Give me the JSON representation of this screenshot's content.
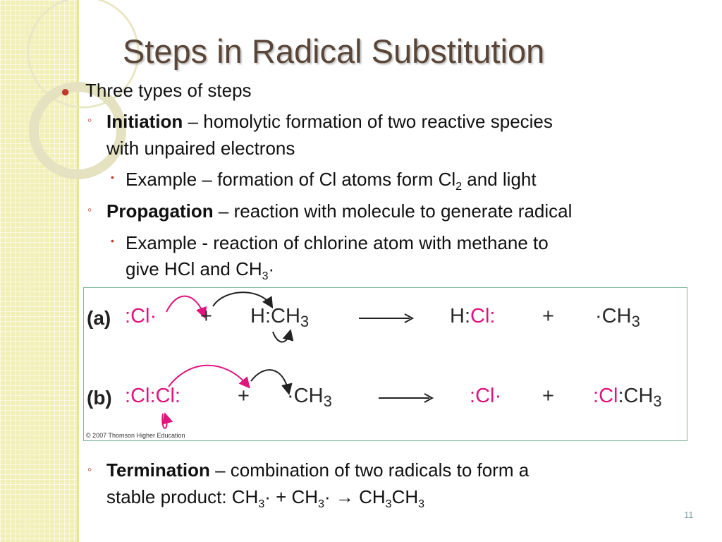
{
  "slide": {
    "title": "Steps in Radical Substitution",
    "page_number": "11"
  },
  "bullets": {
    "b1": "Three types of steps",
    "init_head": "Initiation",
    "init_text": " – homolytic formation of two reactive species",
    "init_text2": "with unpaired electrons",
    "init_ex": "Example – formation of Cl atoms form Cl",
    "init_ex_sub": "2",
    "init_ex_end": " and light",
    "prop_head": "Propagation",
    "prop_text": " – reaction with molecule to generate radical",
    "prop_ex": "Example - reaction of chlorine atom with methane to",
    "prop_ex2": "give HCl and CH",
    "prop_ex2_sub": "3",
    "prop_ex2_end": "·",
    "term_head": "Termination",
    "term_text": " – combination of two radicals to form a",
    "term_line2_a": "stable product: CH",
    "term_sub1": "3",
    "term_line2_b": "· + CH",
    "term_sub2": "3",
    "term_line2_c": "·",
    "term_arrow": "→",
    "term_line2_d": " CH",
    "term_sub3": "3",
    "term_line2_e": "CH",
    "term_sub4": "3"
  },
  "figure": {
    "label_a": "(a)",
    "label_b": "(b)",
    "cl": "Cl",
    "plus": "+",
    "h": "H",
    "ch3": "CH3",
    "ch3_main": "CH",
    "ch3_sub": "3",
    "copyright": "© 2007 Thomson Higher Education"
  },
  "colors": {
    "title": "#5a4638",
    "bullet_marker": "#c0392b",
    "chlorine": "#e0147d",
    "figure_border": "#7fb89b",
    "side_band": "#f1f0b8"
  }
}
